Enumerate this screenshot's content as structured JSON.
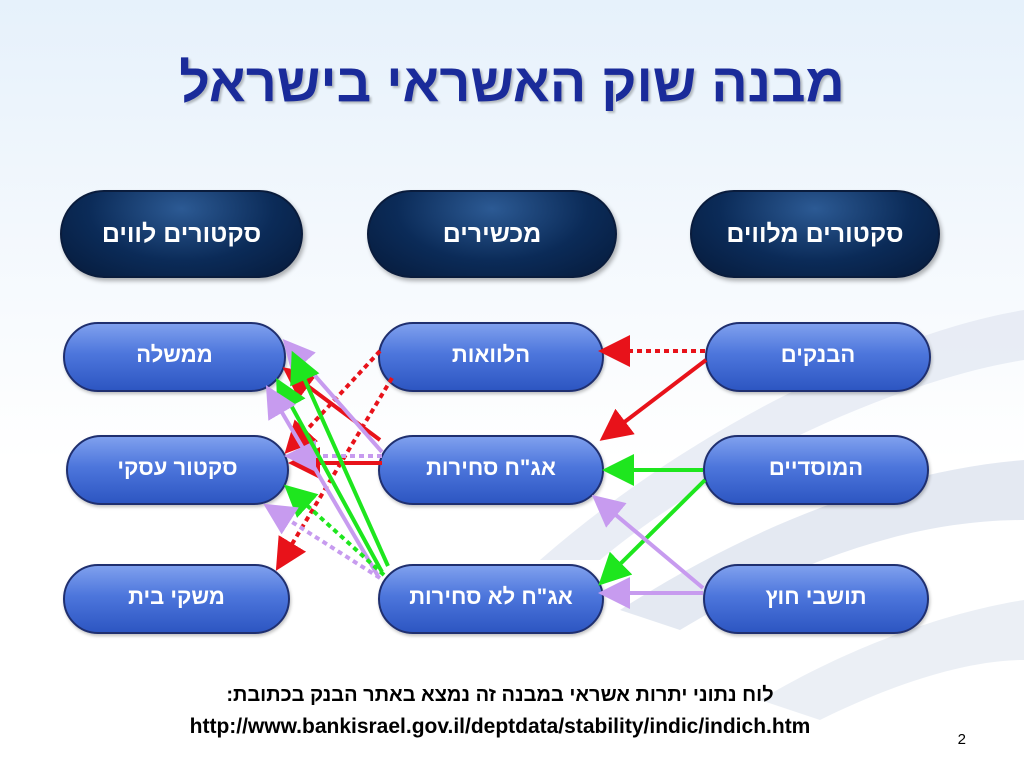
{
  "title": "מבנה שוק האשראי בישראל",
  "headers": {
    "borrowers": "סקטורים לווים",
    "instruments": "מכשירים",
    "lenders": "סקטורים מלווים"
  },
  "borrowers": {
    "government": "ממשלה",
    "business": "סקטור עסקי",
    "households": "משקי בית"
  },
  "instruments": {
    "loans": "הלוואות",
    "tradable_bonds": "אג\"ח סחירות",
    "nontradable_bonds": "אג\"ח לא סחירות"
  },
  "lenders": {
    "banks": "הבנקים",
    "institutional": "המוסדיים",
    "foreign": "תושבי חוץ"
  },
  "footer": {
    "note": "לוח נתוני יתרות אשראי במבנה זה נמצא באתר הבנק בכתובת:",
    "url": "http://www.bankisrael.gov.il/deptdata/stability/indic/indich.htm"
  },
  "page_number": "2",
  "colors": {
    "title": "#1a2b9a",
    "red_arrow": "#e8121a",
    "green_arrow": "#1ee61e",
    "lilac_arrow": "#c79bef",
    "node_fill": "#4d76dc",
    "header_fill": "#0b2b58"
  }
}
